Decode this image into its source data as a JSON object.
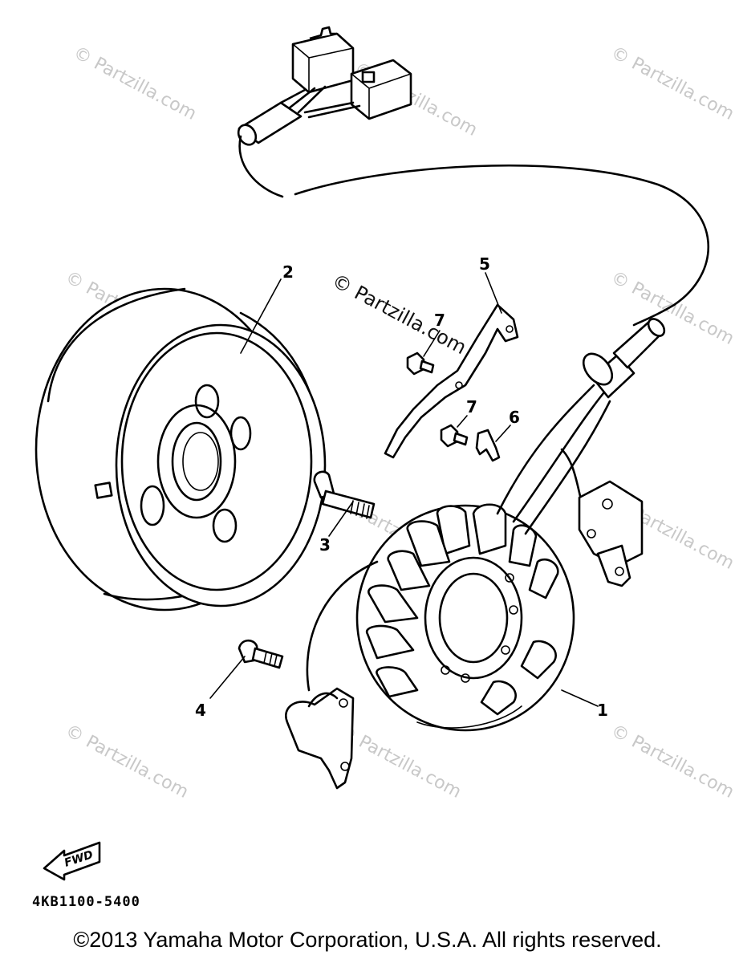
{
  "diagram": {
    "callouts": [
      {
        "id": "1",
        "label": "1"
      },
      {
        "id": "2",
        "label": "2"
      },
      {
        "id": "3",
        "label": "3"
      },
      {
        "id": "4",
        "label": "4"
      },
      {
        "id": "5",
        "label": "5"
      },
      {
        "id": "6",
        "label": "6"
      },
      {
        "id": "7a",
        "label": "7"
      },
      {
        "id": "7b",
        "label": "7"
      }
    ],
    "watermark": "© Partzilla.com",
    "fwd_label": "FWD",
    "part_code": "4KB1100-5400",
    "copyright": "©2013  Yamaha Motor Corporation, U.S.A. All rights reserved."
  }
}
